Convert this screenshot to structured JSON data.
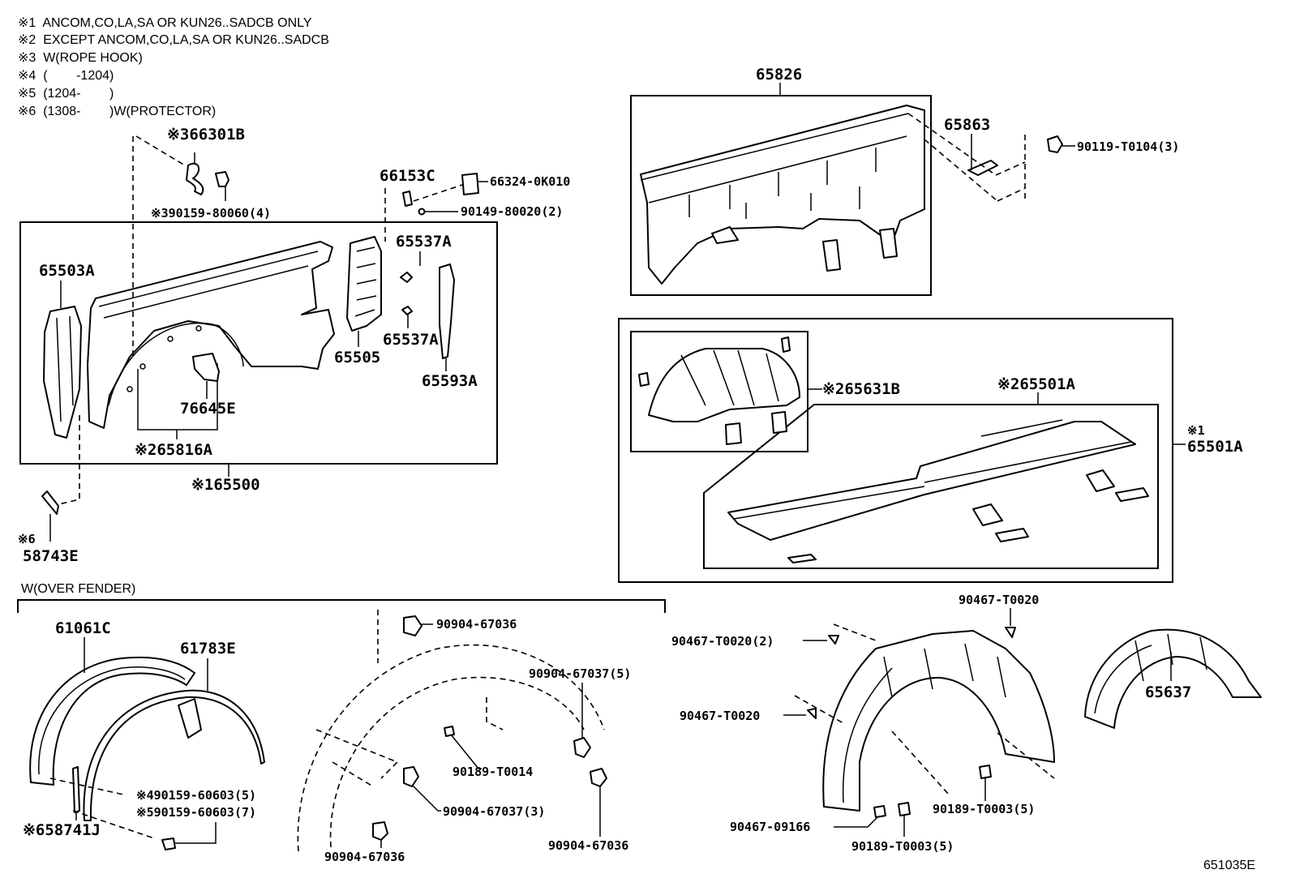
{
  "notes": [
    "※1  ANCOM,CO,LA,SA OR KUN26..SADCB ONLY",
    "※2  EXCEPT ANCOM,CO,LA,SA OR KUN26..SADCB",
    "※3  W(ROPE HOOK)",
    "※4  (        -1204)",
    "※5  (1204-        )",
    "※6  (1308-        )W(PROTECTOR)"
  ],
  "section_label": "W(OVER FENDER)",
  "diagram_code": "651035E",
  "parts": {
    "p66301B": "※366301B",
    "p90159_80060": "※390159-80060(4)",
    "p66153C": "66153C",
    "p66324": "66324-0K010",
    "p90149": "90149-80020(2)",
    "p65537A_top": "65537A",
    "p65537A_bot": "65537A",
    "p65503A": "65503A",
    "p65505": "65505",
    "p65593A": "65593A",
    "p76645E": "76645E",
    "p65816A": "※265816A",
    "p65500": "※165500",
    "p58743E_mark": "※6",
    "p58743E": "58743E",
    "p65826": "65826",
    "p65863": "65863",
    "p90119": "90119-T0104(3)",
    "p65631B": "※265631B",
    "p65501A_inner": "※265501A",
    "p65501A_mark": "※1",
    "p65501A_outer": "65501A",
    "p61061C": "61061C",
    "p61783E": "61783E",
    "p90159_60603_a": "※490159-60603(5)",
    "p90159_60603_b": "※590159-60603(7)",
    "p58741J": "※658741J",
    "p90904_67036_top": "90904-67036",
    "p90904_67037_5": "90904-67037(5)",
    "p90189_T0014": "90189-T0014",
    "p90904_67037_3": "90904-67037(3)",
    "p90904_67036_bl": "90904-67036",
    "p90904_67036_br": "90904-67036",
    "p90467_T0020_top": "90467-T0020",
    "p90467_T0020_2": "90467-T0020(2)",
    "p90467_T0020_mid": "90467-T0020",
    "p90189_T0003_r": "90189-T0003(5)",
    "p90467_09166": "90467-09166",
    "p90189_T0003_b": "90189-T0003(5)",
    "p65637": "65637"
  }
}
